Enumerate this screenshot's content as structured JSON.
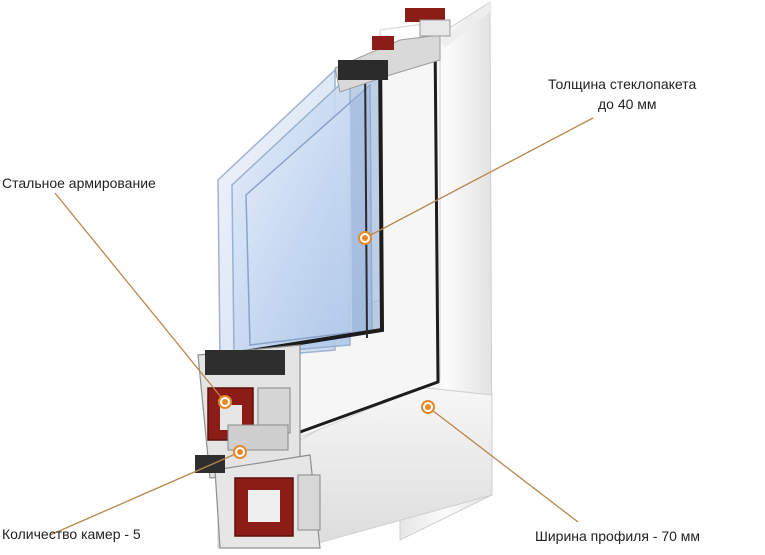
{
  "annotations": {
    "glass_thickness": {
      "line1": "Толщина стеклопакета",
      "line2": "до 40 мм"
    },
    "steel_reinforcement": {
      "text": "Стальное армирование"
    },
    "chambers_count": {
      "text": "Количество камер - 5"
    },
    "profile_width": {
      "text": "Ширина профиля - 70 мм"
    }
  },
  "colors": {
    "leader_line": "#b8864a",
    "marker": "#e58a2a",
    "frame": "#f4f4f4",
    "glass": "#c5d8f0",
    "seal": "#1c1c1c",
    "reinforcement": "#8c1d16"
  }
}
